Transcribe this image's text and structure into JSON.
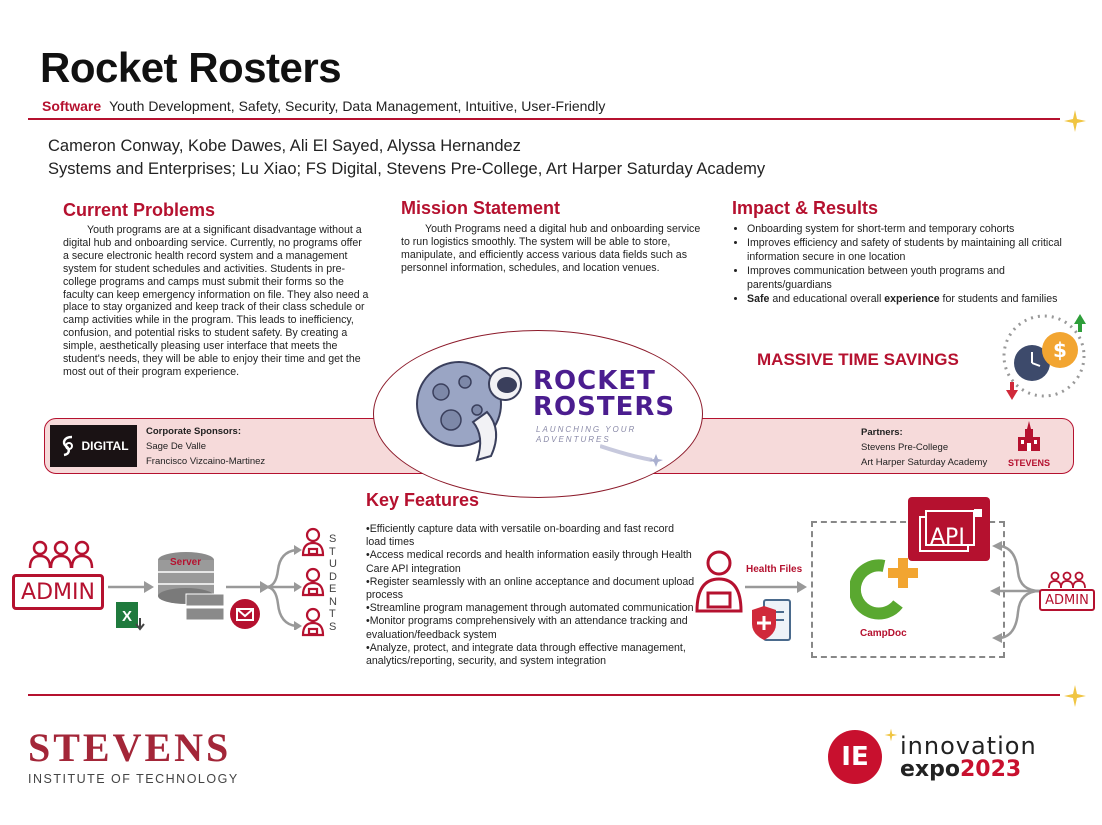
{
  "header": {
    "title": "Rocket Rosters",
    "category": "Software",
    "keywords": "Youth Development, Safety, Security, Data Management, Intuitive, User-Friendly"
  },
  "authors": {
    "names": "Cameron Conway, Kobe Dawes, Ali El Sayed, Alyssa Hernandez",
    "affiliations": "Systems and Enterprises; Lu Xiao;  FS Digital, Stevens Pre-College, Art Harper Saturday Academy"
  },
  "current_problems": {
    "heading": "Current Problems",
    "body": "Youth programs are at a significant disadvantage without a digital hub and onboarding service.  Currently, no programs offer a secure electronic health record system and a management system for student schedules and activities.  Students in pre-college programs and camps must submit their forms so the faculty can keep emergency information on file.  They also need a place to stay organized and keep track of their class schedule or camp activities while in the program.  This leads to inefficiency, confusion, and potential risks to student safety.  By creating a simple, aesthetically pleasing user interface that meets the student's needs, they will be able to enjoy their time and get the most out of their program experience."
  },
  "mission": {
    "heading": "Mission Statement",
    "body": "Youth Programs need a digital hub and onboarding service to run logistics smoothly.  The system will be able to store, manipulate, and efficiently access various data fields such as personnel information, schedules, and location venues."
  },
  "impact": {
    "heading": "Impact & Results",
    "items": [
      "Onboarding system for short-term and temporary cohorts",
      "Improves efficiency and safety of students by maintaining all critical information secure in one location",
      "Improves communication between youth programs and parents/guardians"
    ],
    "last_item": {
      "bold1": "Safe",
      "mid": " and educational overall ",
      "bold2": "experience",
      "end": " for students and families"
    },
    "time_savings": "MASSIVE TIME SAVINGS"
  },
  "sponsors": {
    "heading": "Corporate Sponsors:",
    "names": [
      "Sage De Valle",
      "Francisco Vizcaino-Martinez"
    ],
    "logo_text": "DIGITAL"
  },
  "partners": {
    "heading": "Partners:",
    "names": [
      "Stevens Pre-College",
      "Art Harper Saturday Academy"
    ],
    "logo_text": "STEVENS"
  },
  "logo": {
    "line1": "ROCKET",
    "line2": "ROSTERS",
    "tagline1": "LAUNCHING YOUR",
    "tagline2": "ADVENTURES"
  },
  "key_features": {
    "heading": "Key Features",
    "items": [
      "•Efficiently capture data with versatile on-boarding and fast record load times",
      "•Access medical records and health information easily through Health Care API integration",
      "•Register seamlessly with an online acceptance and document upload process",
      "•Streamline program management through automated communication",
      "•Monitor programs comprehensively with an attendance tracking and evaluation/feedback system",
      "•Analyze, protect, and integrate data through effective management, analytics/reporting, security, and system integration"
    ]
  },
  "diagram_left": {
    "admin": "ADMIN",
    "server": "Server",
    "students": "STUDENTS"
  },
  "diagram_right": {
    "health_files": "Health Files",
    "api": "API",
    "campdoc": "CampDoc",
    "admin": "ADMIN"
  },
  "footer": {
    "stevens": "STEVENS",
    "stevens_sub": "INSTITUTE OF TECHNOLOGY",
    "expo_ie": "IE",
    "expo_line1": "innovation",
    "expo_line2a": "expo",
    "expo_line2b": "2023"
  },
  "colors": {
    "accent": "#b5112f",
    "purple": "#4b1d8f",
    "band": "#f6dada"
  }
}
